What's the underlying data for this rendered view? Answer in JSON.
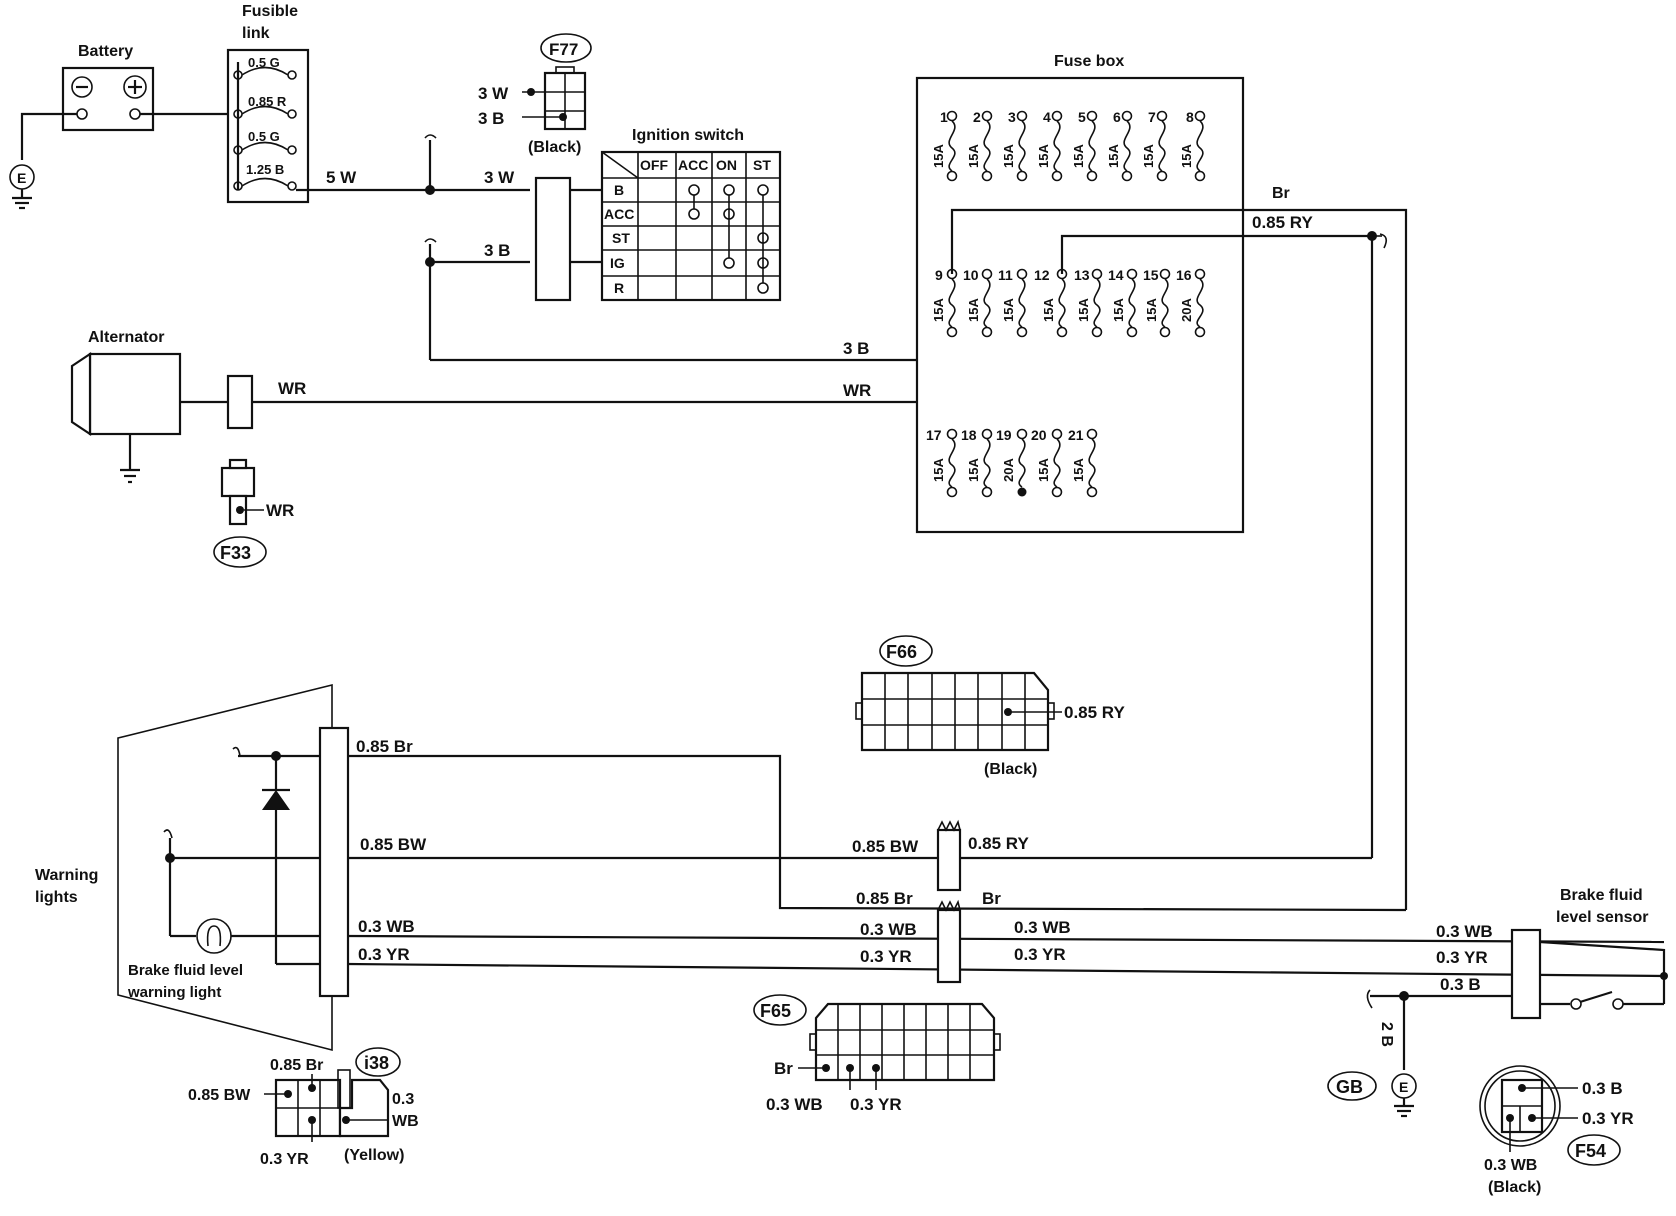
{
  "battery": {
    "label": "Battery",
    "minus": "−",
    "plus": "+"
  },
  "fusible_link": {
    "label_line1": "Fusible",
    "label_line2": "link",
    "rows": [
      "0.5 G",
      "0.85 R",
      "0.5 G",
      "1.25 B"
    ]
  },
  "ground_e": "E",
  "wires": {
    "w_5w": "5 W",
    "w_3w": "3 W",
    "w_3b": "3 B",
    "w_3b_long": "3 B",
    "wr_alt": "WR",
    "wr_long": "WR",
    "br_top": "Br",
    "ry_top": "0.85 RY",
    "br_085_left": "0.85 Br",
    "bw_085_left": "0.85 BW",
    "wb_03_left": "0.3  WB",
    "yr_03_left": "0.3  YR",
    "bw_085_mid": "0.85 BW",
    "ry_085_mid": "0.85 RY",
    "br_085_mid": "0.85 Br",
    "br_mid": "Br",
    "wb_03_mid_l": "0.3  WB",
    "wb_03_mid_r": "0.3  WB",
    "yr_03_mid_l": "0.3  YR",
    "yr_03_mid_r": "0.3  YR",
    "wb_03_right": "0.3  WB",
    "yr_03_right": "0.3  YR",
    "b_03_right": "0.3  B",
    "b_2": "2 B"
  },
  "connector_f77": {
    "id": "F77",
    "pin1": "3 W",
    "pin2": "3 B",
    "color": "(Black)"
  },
  "ignition_switch": {
    "label": "Ignition switch",
    "columns": [
      "OFF",
      "ACC",
      "ON",
      "ST"
    ],
    "rows": [
      "B",
      "ACC",
      "ST",
      "IG",
      "R"
    ]
  },
  "alternator": {
    "label": "Alternator"
  },
  "connector_f33": {
    "id": "F33",
    "pin": "WR"
  },
  "fuse_box": {
    "label": "Fuse box",
    "row1": [
      {
        "n": "1",
        "a": "15A"
      },
      {
        "n": "2",
        "a": "15A"
      },
      {
        "n": "3",
        "a": "15A"
      },
      {
        "n": "4",
        "a": "15A"
      },
      {
        "n": "5",
        "a": "15A"
      },
      {
        "n": "6",
        "a": "15A"
      },
      {
        "n": "7",
        "a": "15A"
      },
      {
        "n": "8",
        "a": "15A"
      }
    ],
    "row2": [
      {
        "n": "9",
        "a": "15A"
      },
      {
        "n": "10",
        "a": "15A"
      },
      {
        "n": "11",
        "a": "15A"
      },
      {
        "n": "12",
        "a": "15A"
      },
      {
        "n": "13",
        "a": "15A"
      },
      {
        "n": "14",
        "a": "15A"
      },
      {
        "n": "15",
        "a": "15A"
      },
      {
        "n": "16",
        "a": "20A"
      }
    ],
    "row3": [
      {
        "n": "17",
        "a": "15A"
      },
      {
        "n": "18",
        "a": "15A"
      },
      {
        "n": "19",
        "a": "20A"
      },
      {
        "n": "20",
        "a": "15A"
      },
      {
        "n": "21",
        "a": "15A"
      }
    ]
  },
  "connector_f66": {
    "id": "F66",
    "pin": "0.85 RY",
    "color": "(Black)"
  },
  "warning_lights": {
    "label_line1": "Warning",
    "label_line2": "lights",
    "lamp_line1": "Brake fluid level",
    "lamp_line2": "warning light"
  },
  "connector_i38": {
    "id": "i38",
    "pin_br": "0.85 Br",
    "pin_bw": "0.85 BW",
    "pin_wb_1": "0.3",
    "pin_wb_2": "WB",
    "pin_yr": "0.3 YR",
    "color": "(Yellow)"
  },
  "connector_f65": {
    "id": "F65",
    "pin_br": "Br",
    "pin_wb": "0.3 WB",
    "pin_yr": "0.3 YR"
  },
  "brake_sensor": {
    "label_line1": "Brake fluid",
    "label_line2": "level sensor"
  },
  "ground_gb": "GB",
  "connector_f54": {
    "id": "F54",
    "pin_b": "0.3  B",
    "pin_yr": "0.3 YR",
    "pin_wb": "0.3 WB",
    "color": "(Black)"
  }
}
